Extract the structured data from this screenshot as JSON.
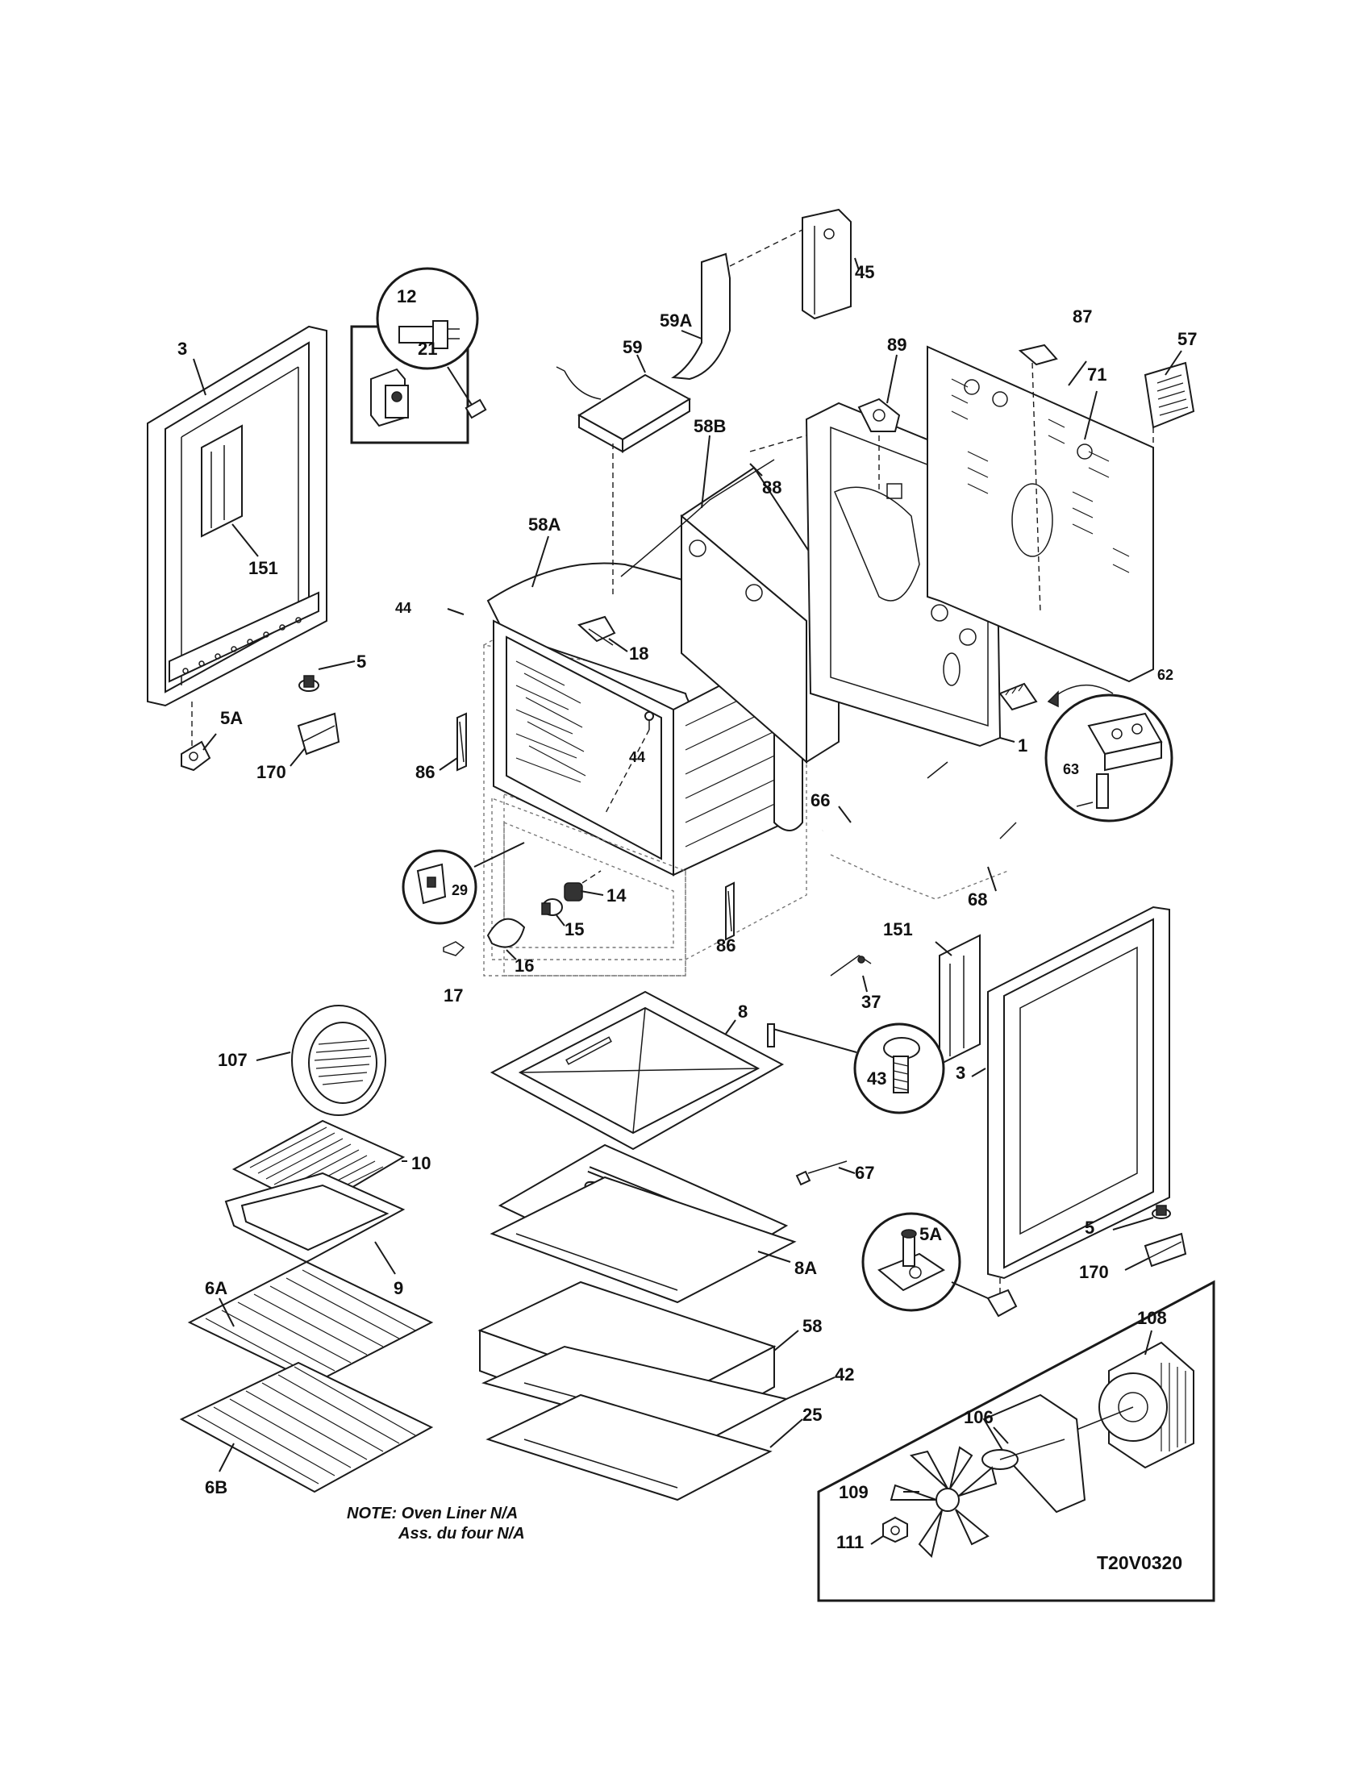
{
  "callouts": {
    "c3_door": "3",
    "c21": "21",
    "c151_door": "151",
    "c5_left": "5",
    "c5a_left": "5A",
    "c170_left": "170",
    "c12": "12",
    "c44_left": "44",
    "c58a": "58A",
    "c18": "18",
    "c44_mid": "44",
    "c86_left": "86",
    "c29": "29",
    "c14": "14",
    "c15": "15",
    "c16": "16",
    "c17": "17",
    "c86_right": "86",
    "c59": "59",
    "c59a": "59A",
    "c45": "45",
    "c58b": "58B",
    "c88": "88",
    "c89": "89",
    "c87": "87",
    "c57": "57",
    "c71": "71",
    "c1": "1",
    "c62": "62",
    "c63": "63",
    "c66": "66",
    "c68": "68",
    "c151_right": "151",
    "c37": "37",
    "c43": "43",
    "c3_right": "3",
    "c8": "8",
    "c107": "107",
    "c10": "10",
    "c9": "9",
    "c67": "67",
    "c8a": "8A",
    "c5a_right": "5A",
    "c5_right": "5",
    "c170_right": "170",
    "c6a": "6A",
    "c6b": "6B",
    "c58": "58",
    "c42": "42",
    "c25": "25",
    "c108": "108",
    "c106": "106",
    "c109": "109",
    "c111": "111"
  },
  "note": {
    "line1": "NOTE: Oven Liner N/A",
    "line2": "Ass. du four N/A"
  },
  "diagram_code": "T20V0320"
}
